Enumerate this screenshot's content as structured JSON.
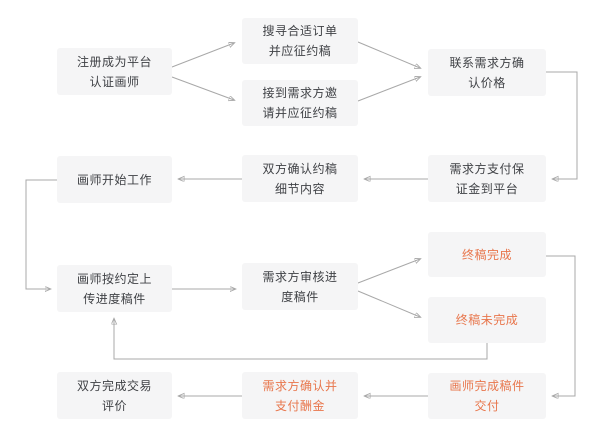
{
  "diagram": {
    "kind": "flowchart",
    "description": "artist commission workflow",
    "colors": {
      "box_bg": "#f5f5f6",
      "text_dark": "#3f4145",
      "accent_orange": "#e8764c",
      "line_gray": "#a8a8a8",
      "background": "#ffffff"
    }
  },
  "nodes": {
    "register": {
      "label": "注册成为平台\n认证画师",
      "tone": "default"
    },
    "search_orders": {
      "label": "搜寻合适订单\n并应征约稿",
      "tone": "default"
    },
    "receive_invite": {
      "label": "接到需求方邀\n请并应征约稿",
      "tone": "default"
    },
    "confirm_price": {
      "label": "联系需求方确\n认价格",
      "tone": "default"
    },
    "pay_deposit": {
      "label": "需求方支付保\n证金到平台",
      "tone": "default"
    },
    "confirm_details": {
      "label": "双方确认约稿\n细节内容",
      "tone": "default"
    },
    "start_work": {
      "label": "画师开始工作",
      "tone": "default"
    },
    "upload_progress": {
      "label": "画师按约定上\n传进度稿件",
      "tone": "default"
    },
    "review_progress": {
      "label": "需求方审核进\n度稿件",
      "tone": "default"
    },
    "final_done": {
      "label": "终稿完成",
      "tone": "accent"
    },
    "final_not_done": {
      "label": "终稿未完成",
      "tone": "accent"
    },
    "deliver_final": {
      "label": "画师完成稿件\n交付",
      "tone": "accent"
    },
    "confirm_pay": {
      "label": "需求方确认并\n支付酬金",
      "tone": "accent"
    },
    "complete_review": {
      "label": "双方完成交易\n评价",
      "tone": "default"
    }
  },
  "edges": [
    {
      "from": "register",
      "to": "search_orders"
    },
    {
      "from": "register",
      "to": "receive_invite"
    },
    {
      "from": "search_orders",
      "to": "confirm_price"
    },
    {
      "from": "receive_invite",
      "to": "confirm_price"
    },
    {
      "from": "confirm_price",
      "to": "pay_deposit"
    },
    {
      "from": "pay_deposit",
      "to": "confirm_details"
    },
    {
      "from": "confirm_details",
      "to": "start_work"
    },
    {
      "from": "start_work",
      "to": "upload_progress"
    },
    {
      "from": "upload_progress",
      "to": "review_progress"
    },
    {
      "from": "review_progress",
      "to": "final_done"
    },
    {
      "from": "review_progress",
      "to": "final_not_done"
    },
    {
      "from": "final_done",
      "to": "deliver_final"
    },
    {
      "from": "final_not_done",
      "to": "upload_progress"
    },
    {
      "from": "deliver_final",
      "to": "confirm_pay"
    },
    {
      "from": "confirm_pay",
      "to": "complete_review"
    }
  ]
}
